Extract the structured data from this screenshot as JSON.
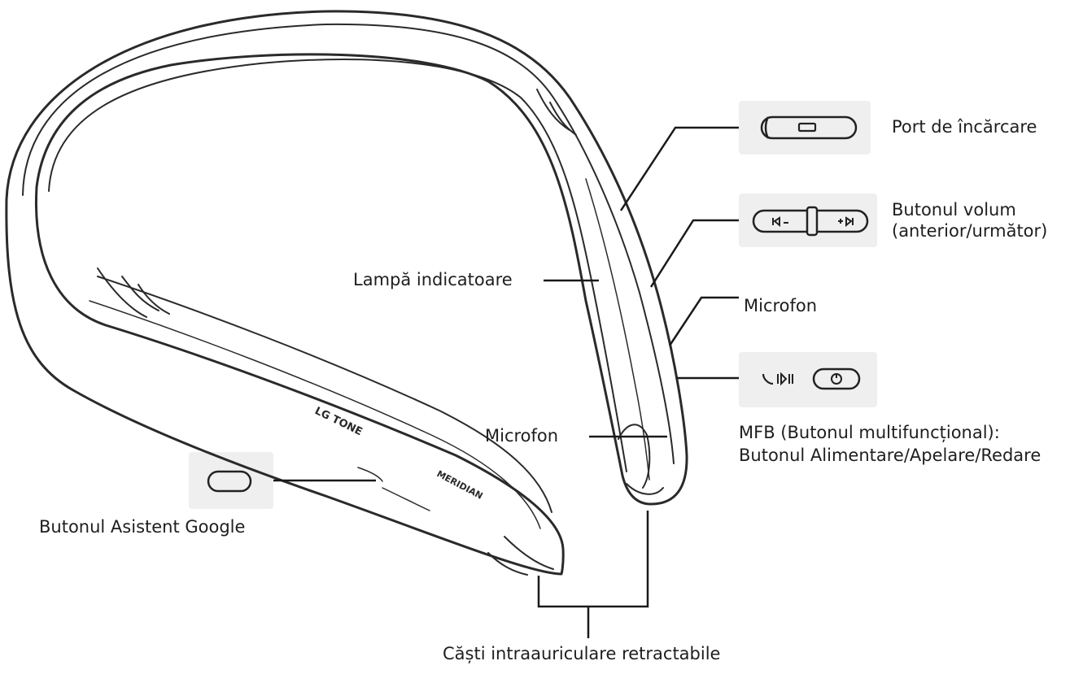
{
  "labels": {
    "charging_port": "Port de încărcare",
    "volume_line1": "Butonul volum",
    "volume_line2": "(anterior/următor)",
    "indicator_lamp": "Lampă indicatoare",
    "mic_right": "Microfon",
    "mic_center": "Microfon",
    "mfb_line1": "MFB (Butonul multifuncțional):",
    "mfb_line2": "Butonul Alimentare/Apelare/Redare",
    "google_button": "Butonul Asistent Google",
    "earbuds": "Căști intraauriculare retractabile"
  },
  "device_text": {
    "brand": "LG TONE",
    "partner": "MERIDIAN"
  },
  "colors": {
    "outline": "#2a2a2a",
    "callout_bg": "#efefef",
    "text": "#1e1e1e"
  }
}
